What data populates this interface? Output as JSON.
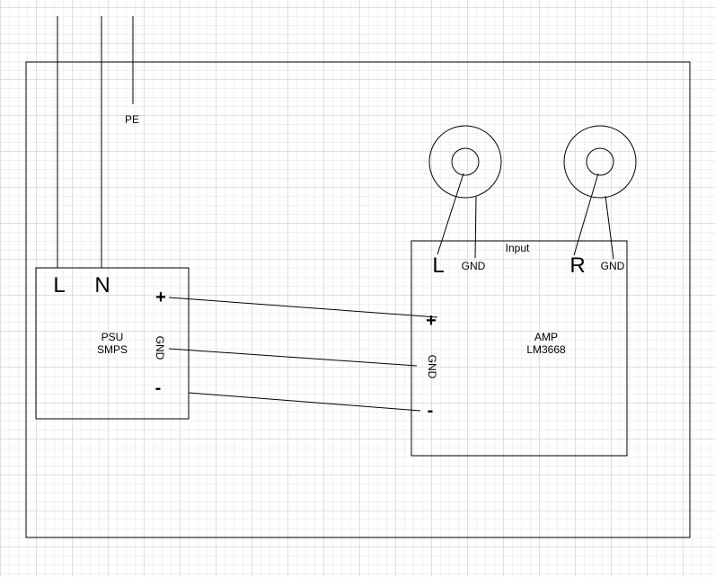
{
  "mains": {
    "l": "L",
    "n": "N",
    "pe": "PE"
  },
  "psu": {
    "title_line1": "PSU",
    "title_line2": "SMPS",
    "plus": "+",
    "gnd": "GND",
    "minus": "-"
  },
  "amp": {
    "title_line1": "AMP",
    "title_line2": "LM3668",
    "input_label": "Input",
    "in_l": "L",
    "in_gnd_l": "GND",
    "in_r": "R",
    "in_gnd_r": "GND",
    "plus": "+",
    "gnd": "GND",
    "minus": "-"
  },
  "colors": {
    "stroke": "#000000",
    "grid": "#dfdfdf"
  }
}
